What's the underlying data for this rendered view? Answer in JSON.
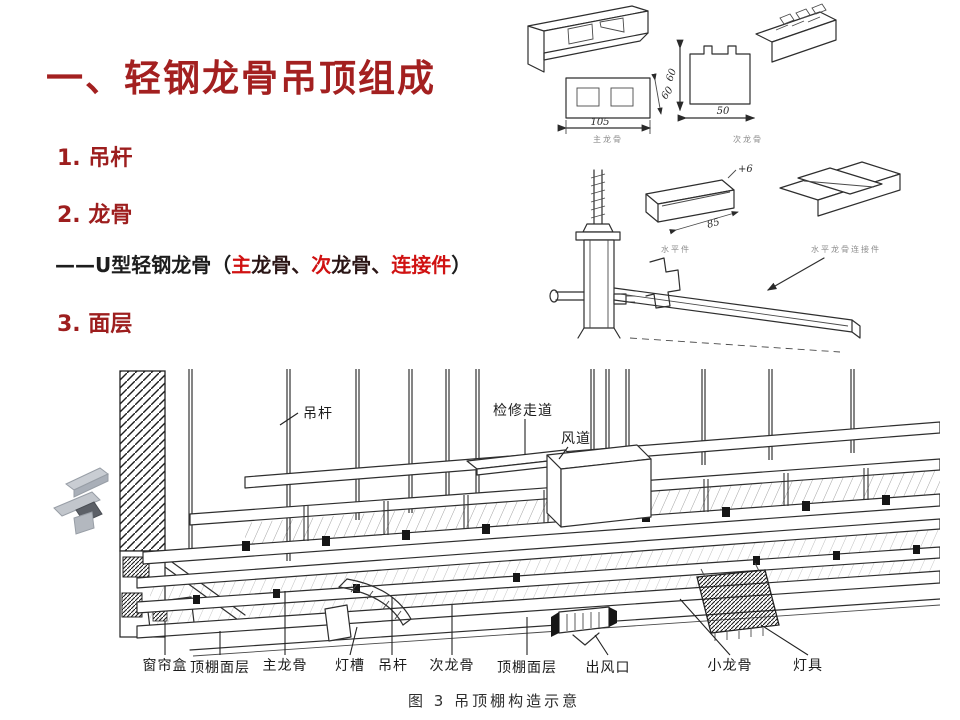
{
  "theme": {
    "titleRed": "#a32020",
    "itemRed": "#9d1e1e",
    "brightRed": "#d01212",
    "darkSeg": "#2b1616",
    "ink": "#1d1d1d"
  },
  "slide": {
    "title": "一、轻钢龙骨吊顶组成",
    "items": [
      "1. 吊杆",
      "2. 龙骨",
      "3. 面层"
    ],
    "keel_line": {
      "prefix": "——U型轻钢龙骨（",
      "seg_main": "主",
      "seg_main_rest": "龙骨、",
      "seg_sub": "次",
      "seg_sub_rest": "龙骨、",
      "seg_conn": "连接件",
      "suffix": "）"
    }
  },
  "sketches": {
    "dims": {
      "runner_width": "105",
      "runner_height": "60",
      "furring_height": "60",
      "furring_width": "50",
      "gap": "+6",
      "length": "85"
    },
    "captions": {
      "main_keel": "主龙骨",
      "sub_keel": "次龙骨",
      "horizontal_piece": "水平件",
      "connector": "水平龙骨连接件"
    }
  },
  "diagram": {
    "top_labels": [
      "吊杆",
      "检修走道",
      "风道"
    ],
    "bottom_labels": [
      "窗帘盒",
      "顶棚面层",
      "主龙骨",
      "灯槽",
      "吊杆",
      "次龙骨",
      "顶棚面层",
      "出风口",
      "小龙骨",
      "灯具"
    ],
    "caption": "图 3  吊顶棚构造示意"
  }
}
